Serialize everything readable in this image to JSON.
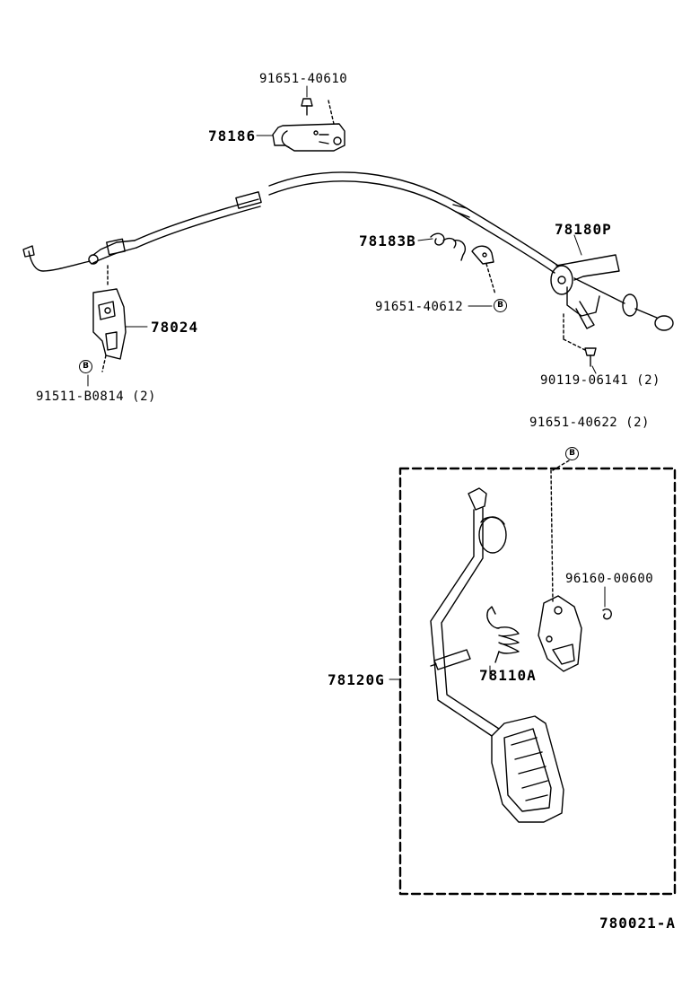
{
  "labels": {
    "p91651_40610": "91651-40610",
    "p78186": "78186",
    "p78183B": "78183B",
    "p78180P": "78180P",
    "p91651_40612": "91651-40612",
    "p78024": "78024",
    "p91511_B0814": "91511-B0814 (2)",
    "p90119_06141": "90119-06141 (2)",
    "p91651_40622": "91651-40622 (2)",
    "p96160_00600": "96160-00600",
    "p78110A": "78110A",
    "p78120G": "78120G",
    "figure_id": "780021-A"
  },
  "badges": {
    "b1": "B",
    "b2": "B",
    "b3": "B"
  }
}
